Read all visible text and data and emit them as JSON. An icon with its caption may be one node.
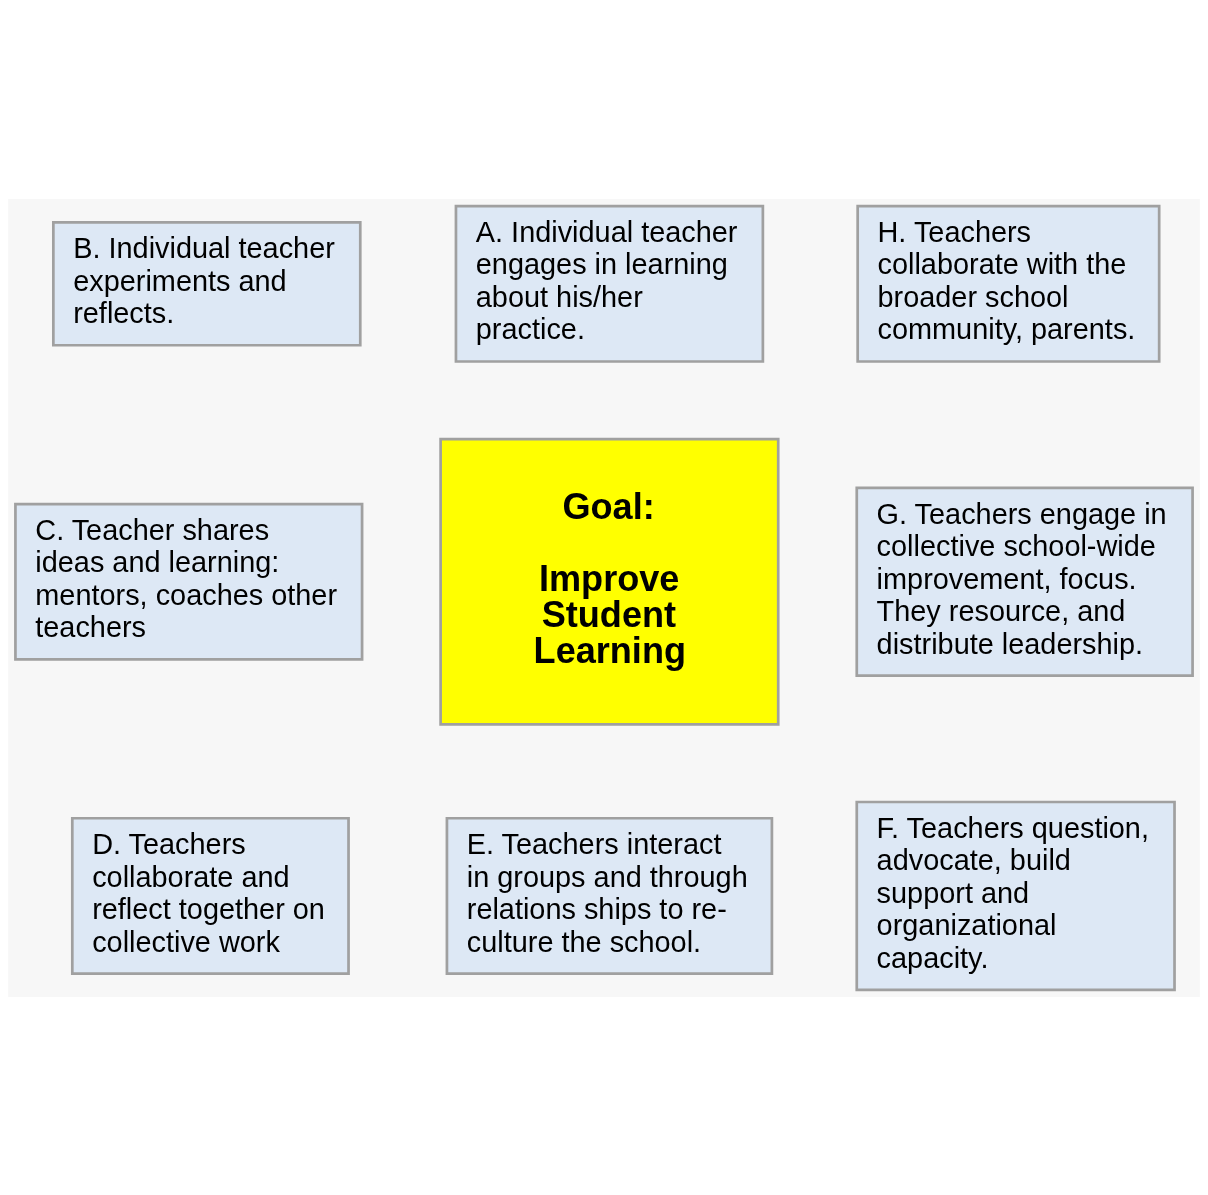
{
  "diagram": {
    "nodes": [
      {
        "text": [
          "A. Individual teacher engages in learning about his/her practice."
        ]
      },
      {
        "text": [
          "B. Individual teacher experiments and reflects."
        ]
      },
      {
        "text": [
          "C. Teacher shares ideas and learning: mentors, coaches other teachers"
        ]
      },
      {
        "text": [
          "D. Teachers collaborate and reflect together on collective work"
        ]
      },
      {
        "text": [
          "E. Teachers interact in groups and through relations ships to re-culture the school."
        ]
      },
      {
        "text": [
          "F. Teachers question, advocate, build support and organizational capacity."
        ]
      },
      {
        "text": [
          "G. Teachers engage in collective school-wide improvement, focus. They resource, and distribute leadership."
        ]
      },
      {
        "text": [
          "H. Teachers collaborate with the broader school community, parents."
        ]
      },
      {
        "text": [
          "Goal:",
          "Improve Student Learning"
        ]
      }
    ],
    "edges": []
  }
}
